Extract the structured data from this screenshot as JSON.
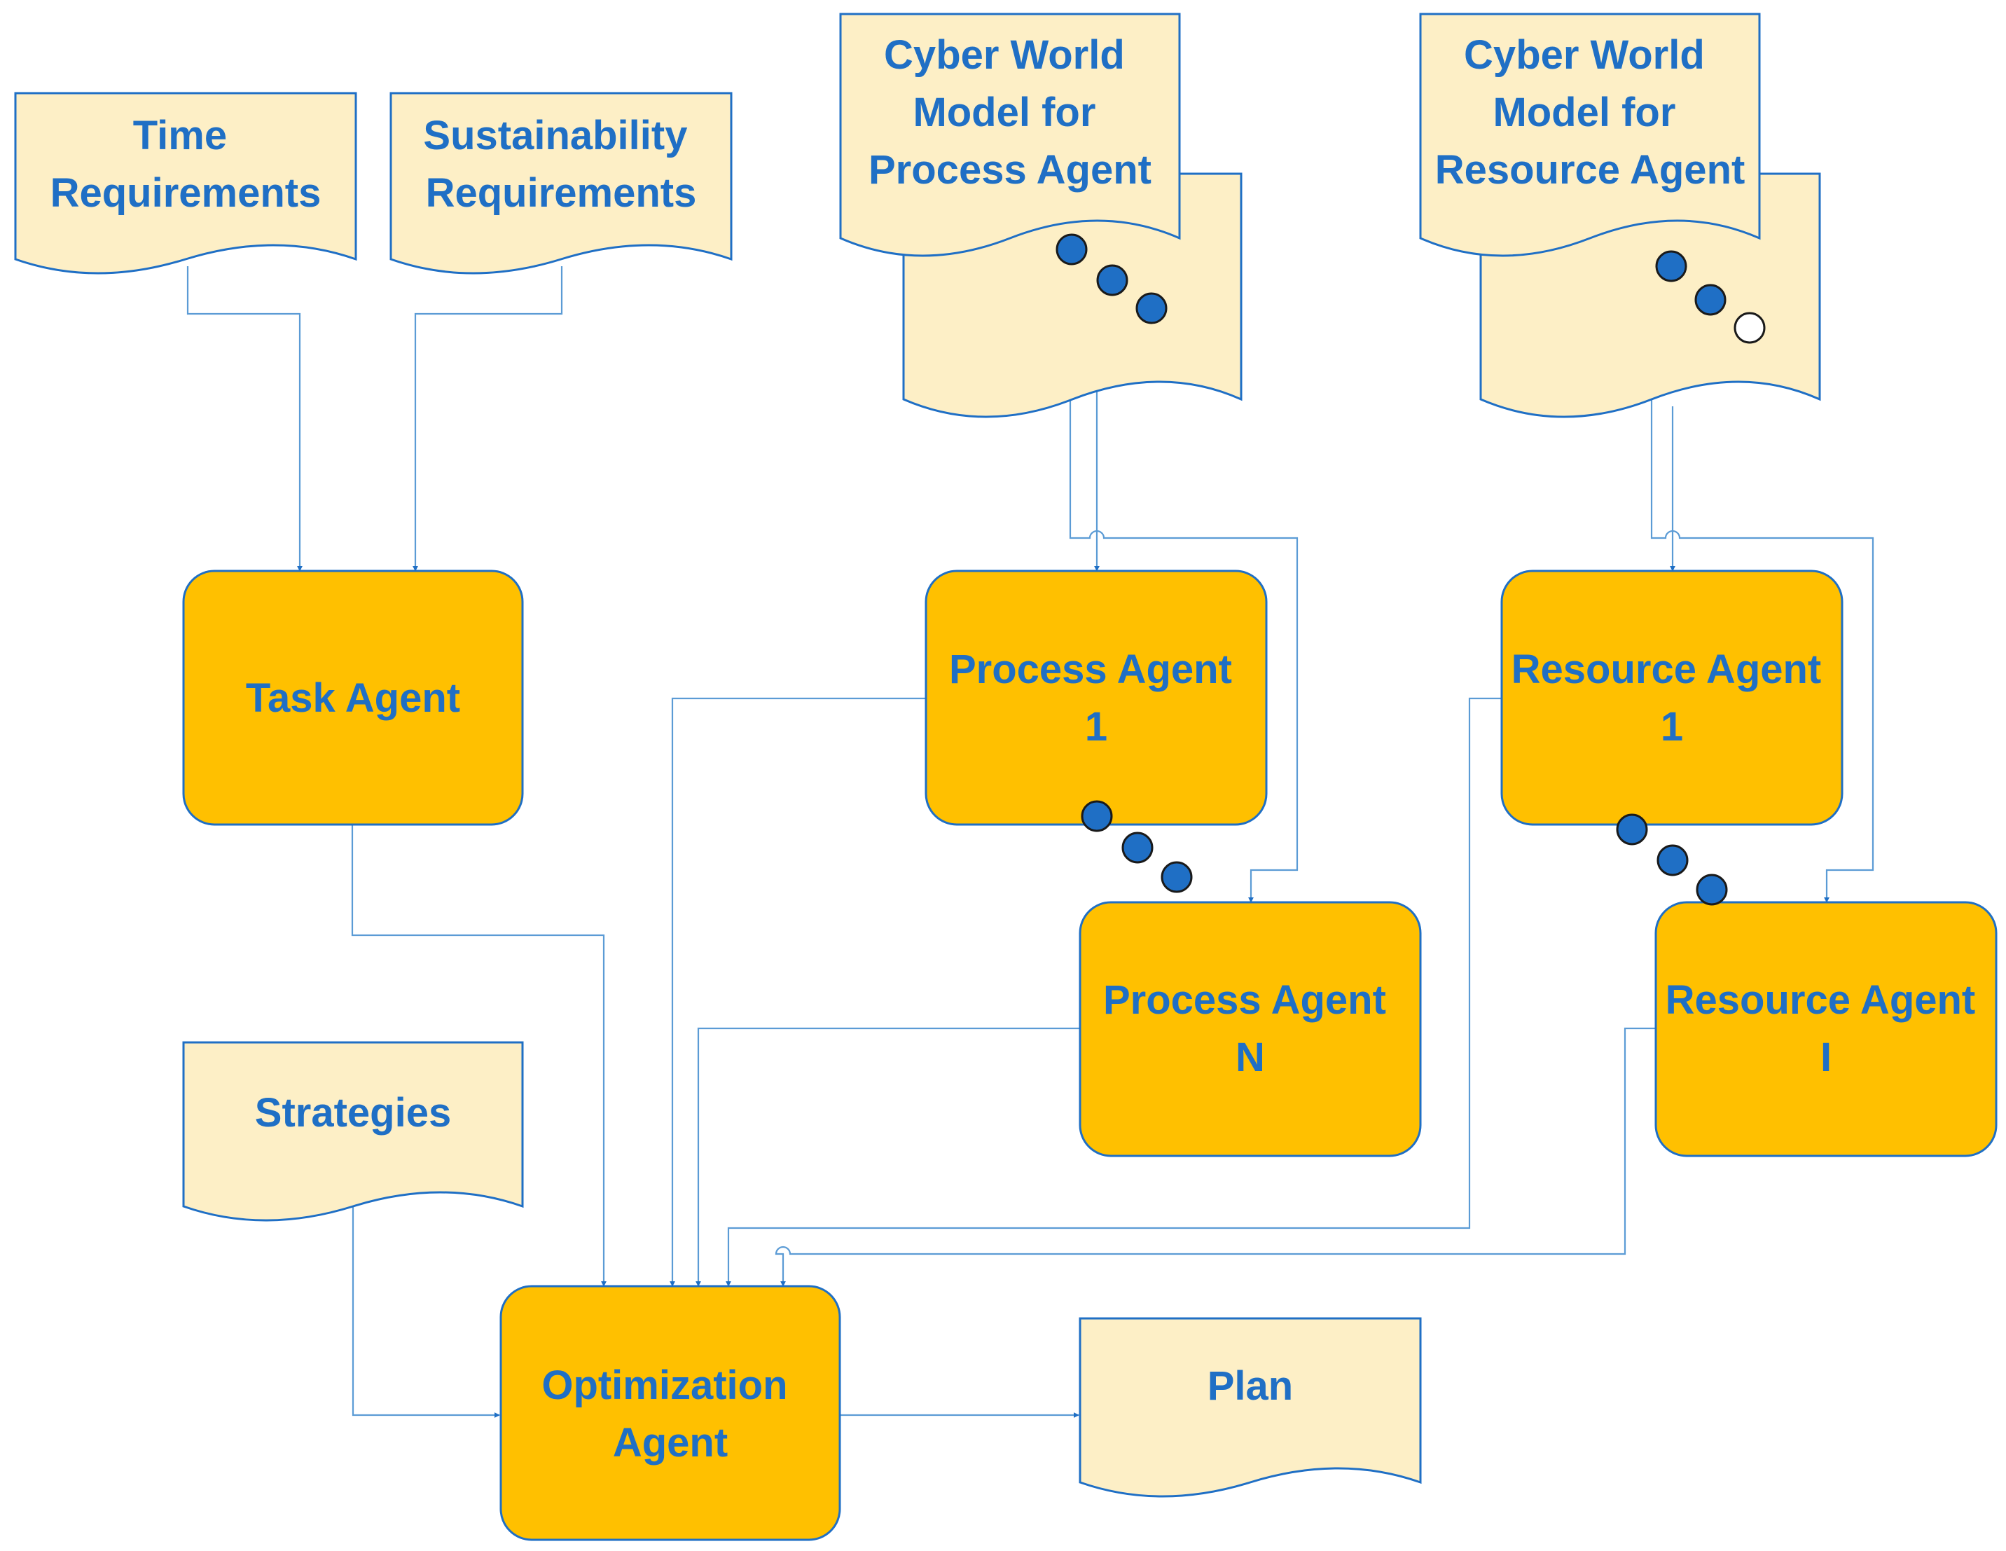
{
  "colors": {
    "document_fill": "#FDEFC6",
    "agent_fill": "#FFC000",
    "outline": "#1F6FC5",
    "connector": "#5B9BD5",
    "text": "#1F6FC5"
  },
  "documents": {
    "time": [
      "Time",
      "Requirements"
    ],
    "sustainability": [
      "Sustainability",
      "Requirements"
    ],
    "cyber_process": [
      "Cyber World",
      "Model for",
      "Process Agent"
    ],
    "cyber_resource": [
      "Cyber World",
      "Model for",
      "Resource Agent"
    ],
    "strategies": [
      "Strategies"
    ],
    "plan": [
      "Plan"
    ]
  },
  "agents": {
    "task": [
      "Task Agent"
    ],
    "process_1": [
      "Process Agent",
      "1"
    ],
    "process_n": [
      "Process Agent",
      "N"
    ],
    "resource_1": [
      "Resource Agent",
      "1"
    ],
    "resource_i": [
      "Resource Agent",
      "I"
    ],
    "optimization": [
      "Optimization",
      "Agent"
    ]
  }
}
